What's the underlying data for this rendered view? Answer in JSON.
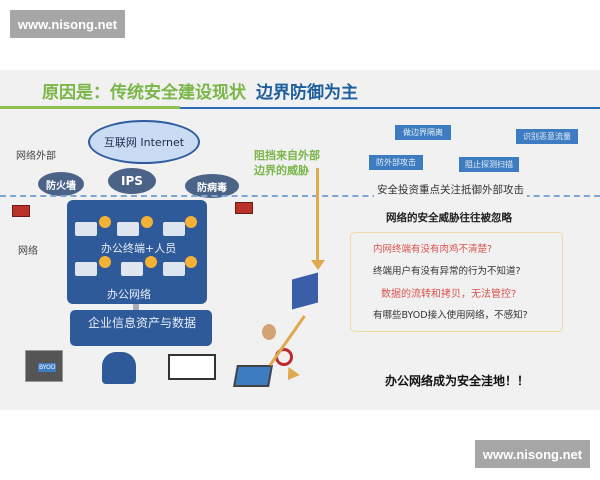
{
  "watermark": "www.nisong.net",
  "title": {
    "part1": "原因是：传统安全建设现状",
    "part2": "边界防御为主"
  },
  "left": {
    "outside_label": "网络外部",
    "network_label": "网络",
    "cloud": "互联网 Internet",
    "firewall": "防火墙",
    "ips": "IPS",
    "antivirus": "防病毒",
    "terminals": "办公终端+人员",
    "office_network": "办公网络",
    "assets": "企业信息资产与数据",
    "byod": "BYOD"
  },
  "middle": {
    "block_text": "阻挡来自外部边界的威胁",
    "line1": "阻挡来自外部",
    "line2": "边界的威胁"
  },
  "right": {
    "tags": [
      "做边界隔离",
      "识别恶意流量",
      "防外部攻击",
      "阻止探测扫描"
    ],
    "focus": "安全投资重点关注抵御外部攻击",
    "ignored": "网络的安全威胁往往被忽略",
    "questions": [
      {
        "text": "内网终端有没有肉鸡不清楚?",
        "color": "#d9534f"
      },
      {
        "text": "终端用户有没有异常的行为不知道?",
        "color": "#333333"
      },
      {
        "text": "数据的流转和拷贝，无法管控?",
        "color": "#d9534f"
      },
      {
        "text": "有哪些BYOD接入使用网络，不感知?",
        "color": "#333333"
      }
    ],
    "conclusion": "办公网络成为安全洼地！！"
  },
  "colors": {
    "green": "#7ab648",
    "blue": "#1f5f9e",
    "arrow": "#e0a94d",
    "panel": "#2e5a9a"
  }
}
